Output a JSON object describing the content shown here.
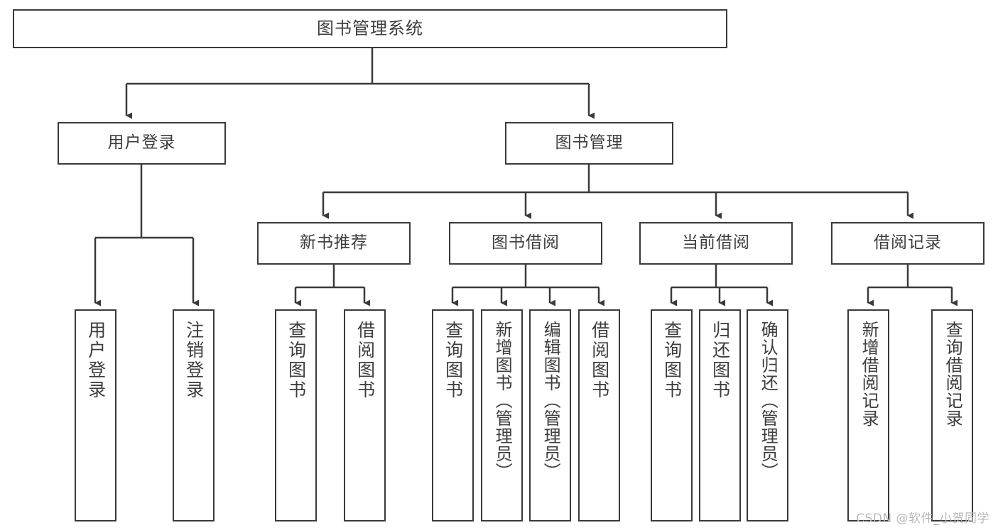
{
  "diagram": {
    "title": "图书管理系统",
    "type": "tree",
    "watermark": "CSDN @软件_小贺同学",
    "colors": {
      "border": "#3a3a3a",
      "background": "#ffffff",
      "text": "#3d3d3d",
      "watermark": "#b9b9b9"
    },
    "root": {
      "label": "图书管理系统"
    },
    "level2": [
      {
        "label": "用户登录"
      },
      {
        "label": "图书管理"
      }
    ],
    "level3": [
      {
        "label": "新书推荐"
      },
      {
        "label": "图书借阅"
      },
      {
        "label": "当前借阅"
      },
      {
        "label": "借阅记录"
      }
    ],
    "leaves": {
      "user_login": [
        {
          "label": "用户登录"
        },
        {
          "label": "注销登录"
        }
      ],
      "new_book_recommend": [
        {
          "label": "查询图书"
        },
        {
          "label": "借阅图书"
        }
      ],
      "book_borrow": [
        {
          "label": "查询图书"
        },
        {
          "label": "新增图书（管理员）"
        },
        {
          "label": "编辑图书（管理员）"
        },
        {
          "label": "借阅图书"
        }
      ],
      "current_borrow": [
        {
          "label": "查询图书"
        },
        {
          "label": "归还图书"
        },
        {
          "label": "确认归还（管理员）"
        }
      ],
      "borrow_record": [
        {
          "label": "新增借阅记录"
        },
        {
          "label": "查询借阅记录"
        }
      ]
    }
  }
}
